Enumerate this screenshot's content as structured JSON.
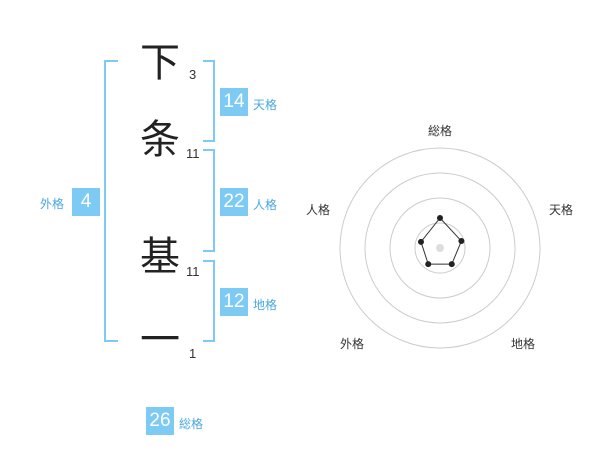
{
  "name": {
    "chars": [
      {
        "char": "下",
        "strokes": "3"
      },
      {
        "char": "条",
        "strokes": "11"
      },
      {
        "char": "基",
        "strokes": "11"
      },
      {
        "char": "一",
        "strokes": "1"
      }
    ]
  },
  "fortune": {
    "tenkaku": {
      "value": "14",
      "label": "天格"
    },
    "jinkaku": {
      "value": "22",
      "label": "人格"
    },
    "chikaku": {
      "value": "12",
      "label": "地格"
    },
    "gaikaku": {
      "value": "4",
      "label": "外格"
    },
    "soukaku": {
      "value": "26",
      "label": "総格"
    }
  },
  "radar": {
    "labels": {
      "soukaku": "総格",
      "tenkaku": "天格",
      "chikaku": "地格",
      "gaikaku": "外格",
      "jinkaku": "人格"
    },
    "colors": {
      "ring": "#cccccc",
      "line": "#333333",
      "point": "#222222",
      "center": "#dddddd"
    }
  },
  "chart_data": {
    "type": "radar",
    "axes": [
      "総格",
      "天格",
      "地格",
      "外格",
      "人格"
    ],
    "values": [
      1.2,
      0.9,
      0.8,
      0.8,
      0.8
    ],
    "scale_max": 4,
    "rings": 4
  }
}
